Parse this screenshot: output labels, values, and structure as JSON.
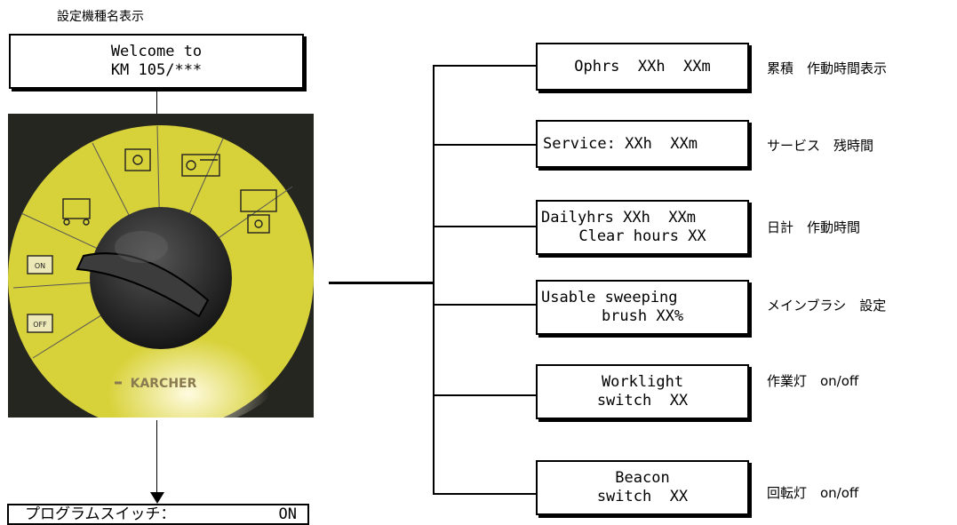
{
  "top_caption": "設定機種名表示",
  "welcome_display": {
    "line1": "Welcome to",
    "line2": "KM 105/***"
  },
  "dial": {
    "buttons": {
      "on": "ON",
      "off": "OFF"
    },
    "brand": "KARCHER",
    "colors": {
      "ring": "#d8d23a",
      "knob": "#1a1a1a",
      "background": "#1d1d1d"
    }
  },
  "bottom_display": {
    "label": "プログラムスイッチ：",
    "value": "ON"
  },
  "menu": [
    {
      "line1": "Ophrs  XXh  XXm",
      "line2": "",
      "desc": "累積　作動時間表示"
    },
    {
      "line1": "Service: XXh  XXm",
      "line2": "",
      "desc": "サービス　残時間"
    },
    {
      "line1": "Dailyhrs XXh  XXm",
      "line2": "Clear hours XX",
      "desc": "日計　作動時間"
    },
    {
      "line1": "Usable sweeping",
      "line2": "brush XX%",
      "desc": "メインブラシ　設定"
    },
    {
      "line1": "Worklight",
      "line2": "switch  XX",
      "desc": "作業灯　on/off"
    },
    {
      "line1": "Beacon",
      "line2": "switch  XX",
      "desc": "回転灯　on/off"
    }
  ]
}
